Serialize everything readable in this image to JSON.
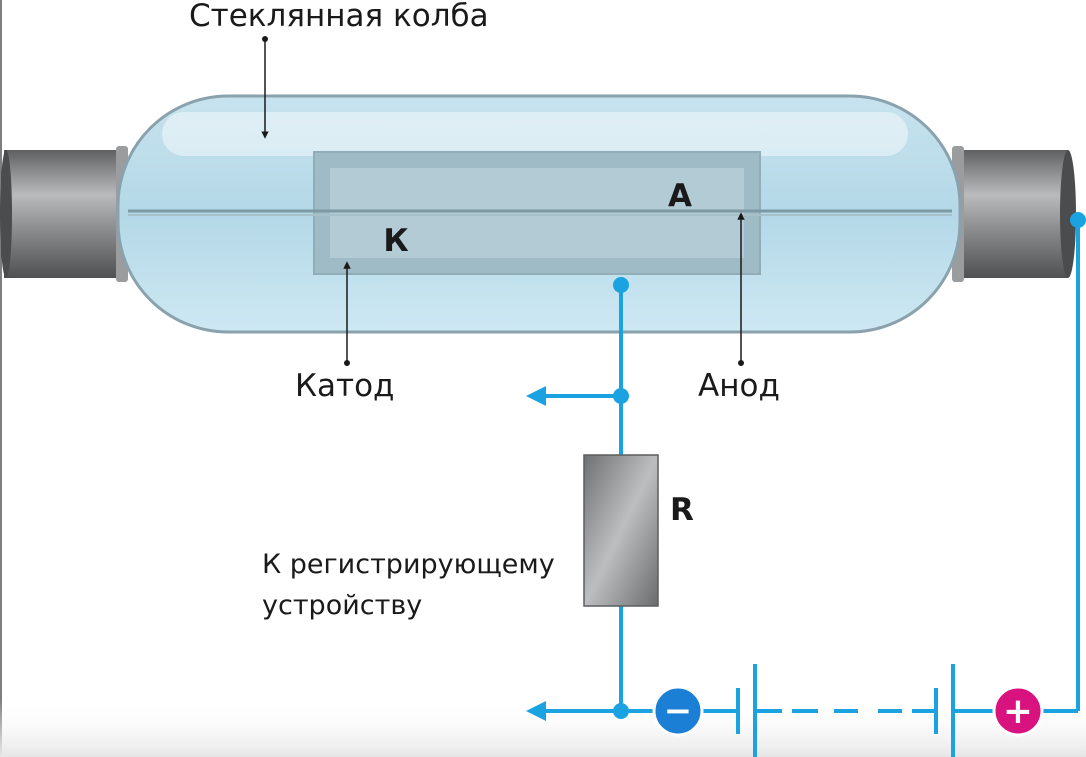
{
  "labels": {
    "glass_bulb": "Стеклянная колба",
    "cathode": "Катод",
    "anode": "Анод",
    "cathode_letter": "К",
    "anode_letter": "А",
    "resistor_letter": "R",
    "recorder_line1": "К регистрирующему",
    "recorder_line2": "устройству",
    "minus_sign": "−",
    "plus_sign": "+"
  },
  "colors": {
    "wire": "#1aa3e0",
    "glass": "#cfe8f2",
    "negative_terminal": "#1b7fd6",
    "positive_terminal": "#d8127e",
    "metal_cap": "#7a7c7e",
    "resistor": "#8c8d8e"
  }
}
